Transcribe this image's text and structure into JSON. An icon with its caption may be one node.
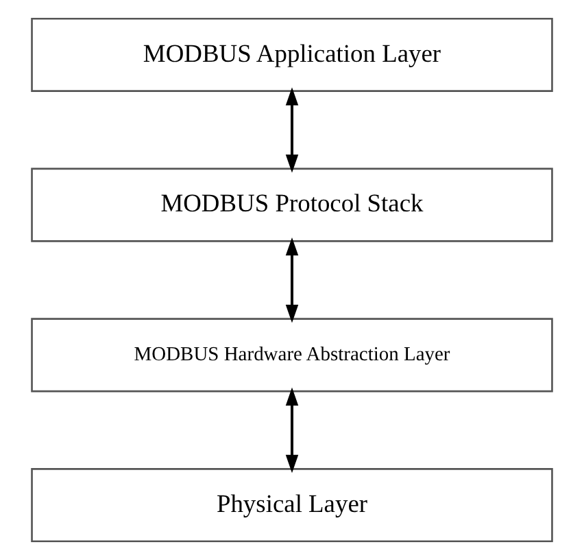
{
  "diagram": {
    "nodes": [
      {
        "text": [
          "MODBUS Application Layer"
        ]
      },
      {
        "text": [
          "MODBUS Protocol Stack"
        ]
      },
      {
        "text": [
          "MODBUS Hardware Abstraction Layer"
        ]
      },
      {
        "text": [
          "Physical Layer"
        ]
      }
    ],
    "edges": [
      {
        "from": 0,
        "to": 1,
        "arrow": "both"
      },
      {
        "from": 1,
        "to": 2,
        "arrow": "both"
      },
      {
        "from": 2,
        "to": 3,
        "arrow": "both"
      }
    ]
  }
}
